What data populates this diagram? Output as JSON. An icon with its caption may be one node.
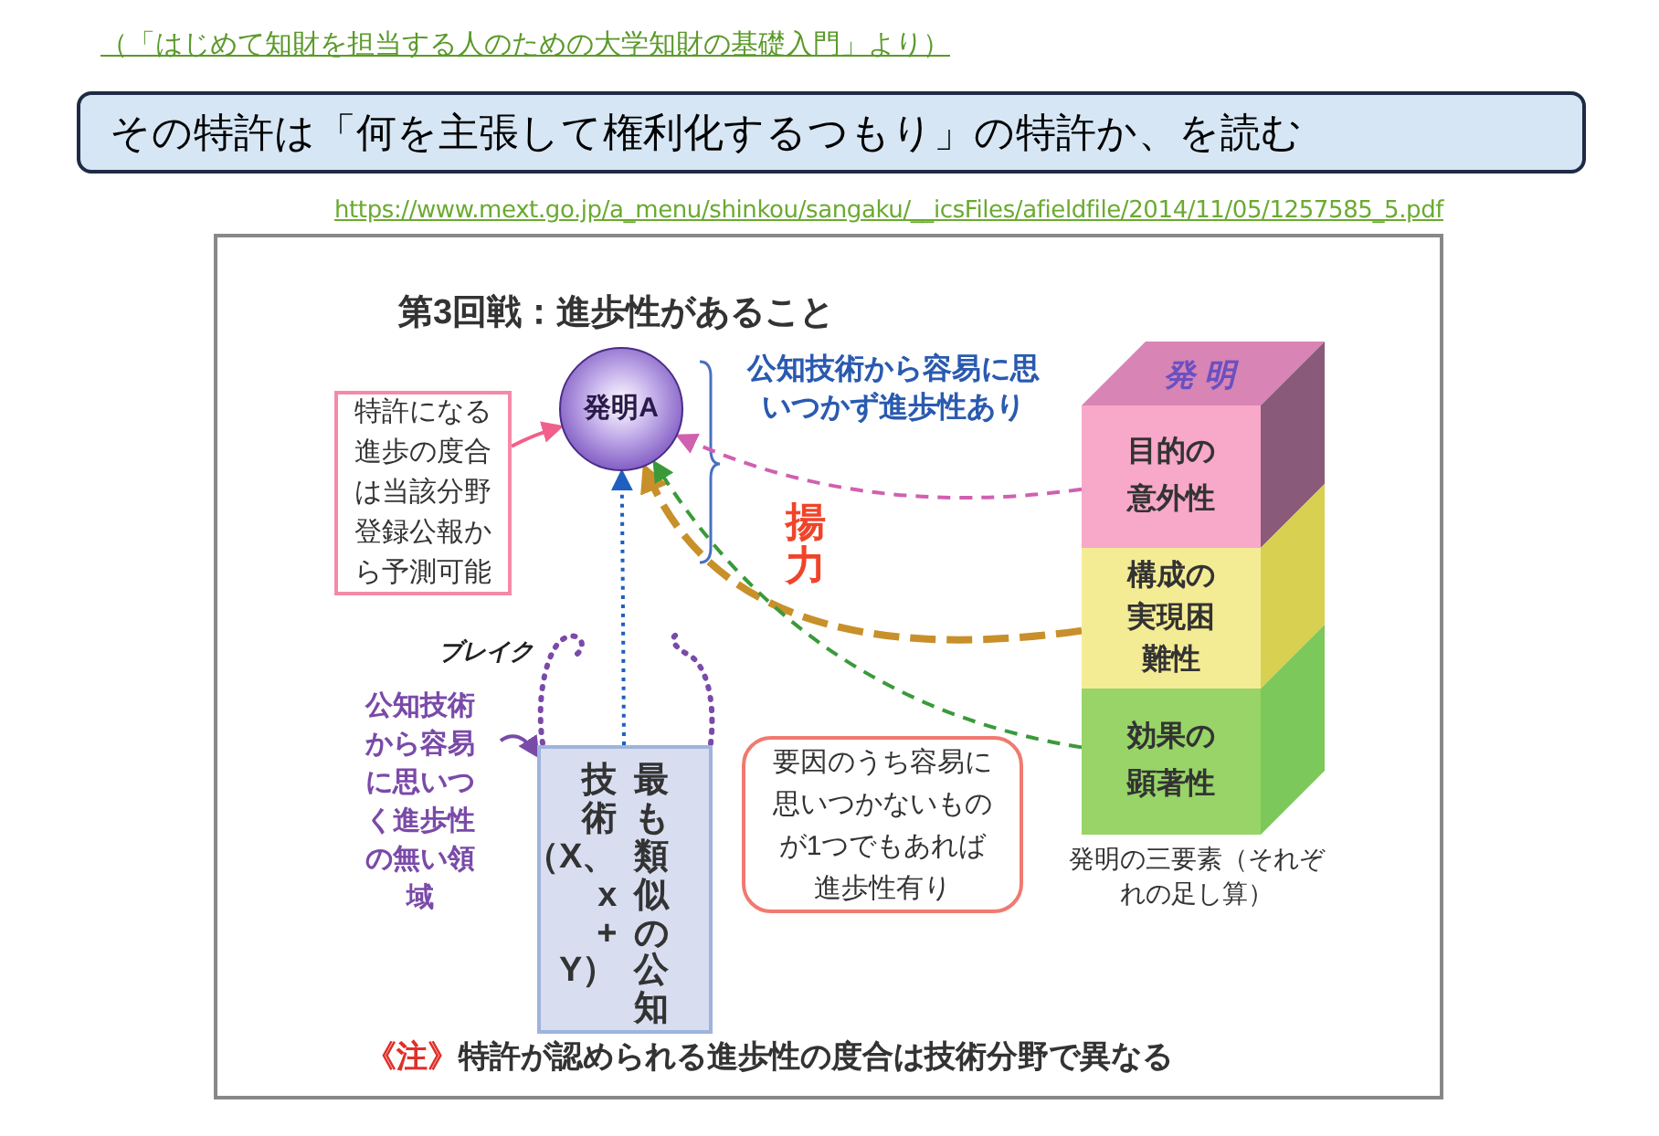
{
  "diagram": {
    "title": "第3回戦：進歩性があること",
    "nodes": [
      {
        "text": [
          "その特許は「何を主張して権利化するつもり」の特許か、を読む"
        ]
      },
      {
        "text": [
          "発明A"
        ]
      },
      {
        "text": [
          "特許になる進歩の度合は当該分野登録公報から予測可能"
        ]
      },
      {
        "text": [
          "発明"
        ],
        "beside": [
          "発明の三要素（それぞれの足し算）"
        ]
      },
      {
        "text": [
          "目的の意外性"
        ],
        "in": 3
      },
      {
        "text": [
          "構成の実現困難性"
        ],
        "in": 3
      },
      {
        "text": [
          "効果の顕著性"
        ],
        "in": 3
      },
      {
        "text": [
          "最も類似の公知技術（X、x+Y）"
        ]
      },
      {
        "text": [
          "要因のうち容易に思いつかないものが1つでもあれば進歩性有り"
        ]
      },
      {
        "text": [
          "公知技術から容易に思いつく進歩性の無い領域"
        ]
      }
    ],
    "edges": [
      {
        "from": 2,
        "to": 1,
        "arrow": "to",
        "color": "#f0608a"
      },
      {
        "from": 7,
        "to": 1,
        "arrow": "to",
        "style": "dashed",
        "color": "#1f5fbf"
      },
      {
        "from": 4,
        "to": 1,
        "arrow": "to",
        "style": "dashed",
        "color": "#d060b0"
      },
      {
        "from": 5,
        "to": 1,
        "arrow": "to",
        "style": "dashed",
        "color": "#c8902a"
      },
      {
        "from": 6,
        "to": 1,
        "arrow": "to",
        "style": "dashed",
        "color": "#3a9a3a"
      },
      {
        "from": 9,
        "to": 7,
        "arrow": "to",
        "color": "#7a4aa8"
      }
    ],
    "labels": [
      "（「はじめて知財を担当する人のための大学知財の基礎入門」より）",
      "https://www.mext.go.jp/a_menu/shinkou/sangaku/__icsFiles/afieldfile/2014/11/05/1257585_5.pdf",
      "公知技術から容易に思いつかず進歩性あり",
      "揚力",
      "ブレイク",
      "《注》",
      "特許が認められる進歩性の度合は技術分野で異なる"
    ]
  }
}
